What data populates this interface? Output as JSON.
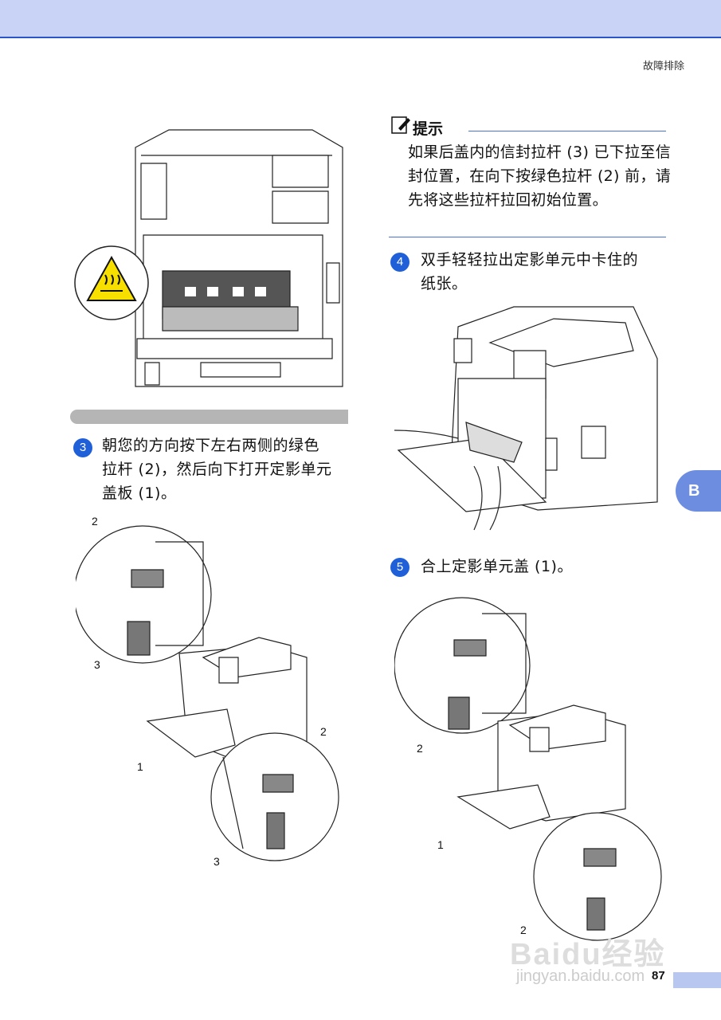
{
  "header": {
    "section": "故障排除"
  },
  "note": {
    "title": "提示",
    "text": "如果后盖内的信封拉杆 (3) 已下拉至信封位置，在向下按绿色拉杆 (2) 前，请先将这些拉杆拉回初始位置。"
  },
  "steps": [
    {
      "number": "3",
      "line1": "朝您的方向按下左右两侧的绿色",
      "line2": "拉杆 (2)，然后向下打开定影单元",
      "line3": "盖板 (1)。"
    },
    {
      "number": "4",
      "line1": "双手轻轻拉出定影单元中卡住的",
      "line2": "纸张。"
    },
    {
      "number": "5",
      "line1": "合上定影单元盖 (1)。"
    }
  ],
  "callouts": {
    "fig3": [
      "2",
      "3",
      "1",
      "2",
      "3"
    ],
    "fig5": [
      "2",
      "1",
      "2"
    ]
  },
  "side_tab": "B",
  "page_number": "87",
  "watermark": {
    "logo": "Baidu经验",
    "url": "jingyan.baidu.com"
  }
}
